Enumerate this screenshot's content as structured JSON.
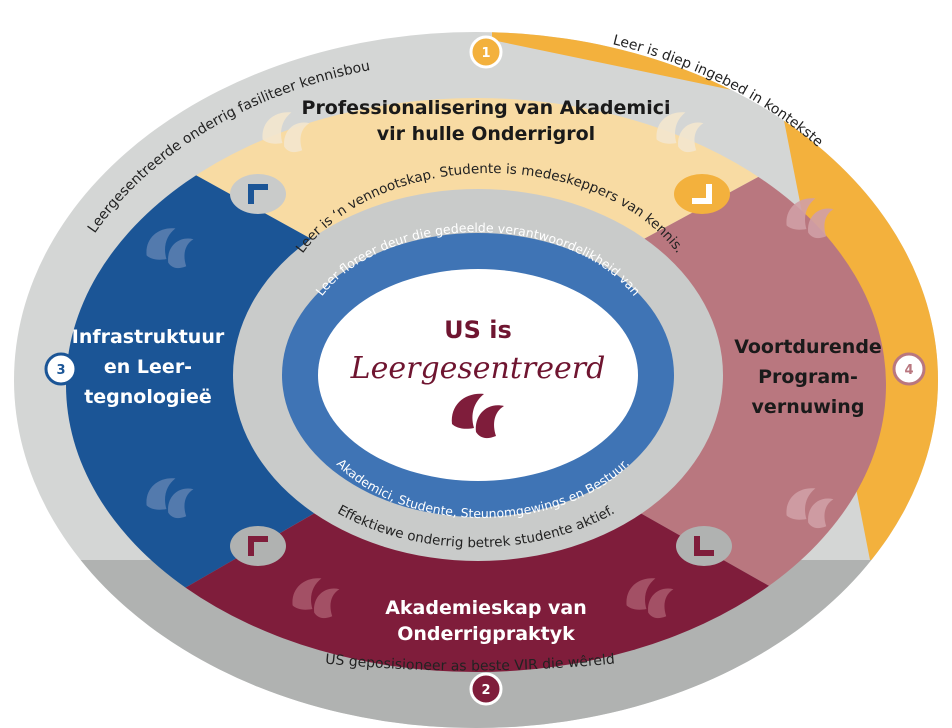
{
  "colors": {
    "outer_grey": "#d4d6d5",
    "outer_orange": "#f3b13d",
    "outer_bottom_grey": "#b0b2b1",
    "sector_top": "#f8dba3",
    "sector_left": "#1b5596",
    "sector_right": "#b9777f",
    "sector_bottom": "#7f1d3b",
    "inner_ring": "#c9cbca",
    "blue_ring": "#3f74b5",
    "center": "#ffffff",
    "title": "#6f1530"
  },
  "outer_ring": {
    "left_text": "Leergesentreerde onderrig fasiliteer kennisbou",
    "right_text": "Leer is diep ingebed in kontekste",
    "bottom_text": "US geposisioneer as beste VIR die wêreld"
  },
  "sectors": {
    "top": {
      "number": "1",
      "line1": "Professionalisering van Akademici",
      "line2": "vir hulle Onderrigrol"
    },
    "bottom": {
      "number": "2",
      "line1": "Akademieskap van",
      "line2": "Onderrigpraktyk"
    },
    "left": {
      "number": "3",
      "line1": "Infrastruktuur",
      "line2": "en Leer-",
      "line3": "tegnologieë"
    },
    "right": {
      "number": "4",
      "line1": "Voortdurende",
      "line2": "Program-",
      "line3": "vernuwing"
    }
  },
  "inner_ring": {
    "top_text": "Leer is ‘n vennootskap. Studente is medeskeppers van kennis.",
    "bottom_text": "Effektiewe onderrig betrek studente aktief."
  },
  "blue_ring": {
    "top_text": "Leer floreer deur die gedeelde verantwoordelikheid van",
    "bottom_text": "Akademici, Studente, Steunomgewings en Bestuur."
  },
  "center": {
    "line1": "US is",
    "line2": "Leergesentreerd",
    "icon": "leaves-icon"
  },
  "icons": {
    "decor": "leaves-icon",
    "corner": "corner-bracket-icon"
  }
}
